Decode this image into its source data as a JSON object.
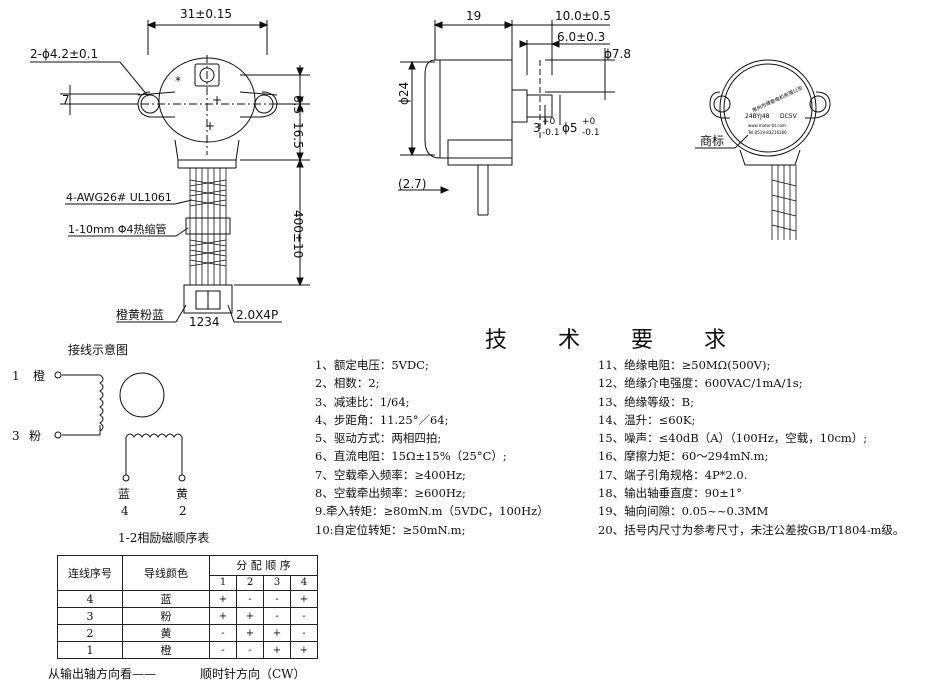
{
  "front_view": {
    "dim_width": "31±0.15",
    "dim_holes": "2-ϕ4.2±0.1",
    "dim_7": "7",
    "dim_6_5": "6.5",
    "dim_16_5": "16.5",
    "dim_lead": "400±10",
    "wire_spec": "4-AWG26# UL1061",
    "shrink_tube": "1-10mm Φ4热缩管",
    "wire_colors": "橙黄粉蓝",
    "pin_numbers": "1234",
    "connector": "2.0X4P"
  },
  "side_view": {
    "dim_19": "19",
    "dim_10": "10.0±0.5",
    "dim_6": "6.0±0.3",
    "dim_7_8": "ϕ7.8",
    "dim_24": "ϕ24",
    "dim_2_7": "(2.7)",
    "dim_3": "3",
    "dim_3_tol_up": "+0",
    "dim_3_tol_dn": "-0.1",
    "dim_5": "ϕ5",
    "dim_5_tol_up": "+0",
    "dim_5_tol_dn": "-0.1"
  },
  "label_view": {
    "trademark": "商标",
    "label_line1": "常州市博泰电机有限公司",
    "label_model": "24BYJ48",
    "label_voltage": "DC5V",
    "label_web": "www.motor-bt.com",
    "label_tel": "Tel:0519-83216366"
  },
  "wiring": {
    "title": "接线示意图",
    "w1": "1",
    "w1_color": "橙",
    "w3": "3",
    "w3_color": "粉",
    "w4_color": "蓝",
    "w4": "4",
    "w2_color": "黄",
    "w2": "2",
    "sequence_title": "1-2相励磁顺序表"
  },
  "requirements": {
    "title": "技 术 要 求",
    "left": [
      "1、额定电压：5VDC;",
      "2、相数：2;",
      "3、减速比：1/64;",
      "4、步距角：11.25°／64;",
      "5、驱动方式：两相四拍;",
      "6、直流电阻：15Ω±15%（25°C）;",
      "7、空载牵入频率：≥400Hz;",
      "8、空载牵出频率：≥600Hz;",
      "9.牵入转矩：≥80mN.m（5VDC，100Hz）",
      "10:自定位转矩：≥50mN.m;"
    ],
    "right": [
      "11、绝缘电阻：≥50MΩ(500V);",
      "12、绝缘介电强度：600VAC/1mA/1s;",
      "13、绝缘等级：B;",
      "14、温升：≤60K;",
      "15、噪声：≤40dB（A）（100Hz，空载，10cm）;",
      "16、摩擦力矩：60～294mN.m;",
      "17、端子引角规格：4P*2.0.",
      "18、输出轴垂直度：90±1°",
      "19、轴向间隙：0.05~~0.3MM",
      "20、括号内尺寸为参考尺寸，未注公差按GB/T1804-m级。"
    ]
  },
  "sequence_table": {
    "col_lead": "连线序号",
    "col_color": "导线颜色",
    "col_order": "分 配 顺 序",
    "steps": [
      "1",
      "2",
      "3",
      "4"
    ],
    "rows": [
      {
        "lead": "4",
        "color": "蓝",
        "cells": [
          "+",
          "-",
          "-",
          "+"
        ]
      },
      {
        "lead": "3",
        "color": "粉",
        "cells": [
          "+",
          "+",
          "-",
          "-"
        ]
      },
      {
        "lead": "2",
        "color": "黄",
        "cells": [
          "-",
          "+",
          "+",
          "-"
        ]
      },
      {
        "lead": "1",
        "color": "橙",
        "cells": [
          "-",
          "-",
          "+",
          "+"
        ]
      }
    ]
  },
  "footer": {
    "view_from": "从输出轴方向看——",
    "direction": "顺时针方向（CW）"
  }
}
